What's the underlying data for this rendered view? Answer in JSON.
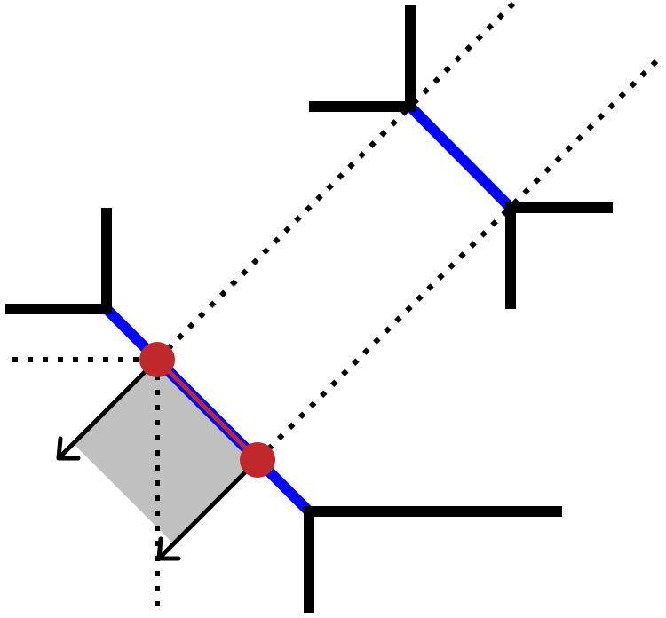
{
  "colors": {
    "background": "#ffffff",
    "outline": "#000000",
    "edge_highlight": "#0000ff",
    "segment_highlight": "#c0282c",
    "marker": "#c0282c",
    "shaded_region": "#c0c0c0"
  },
  "diagram": {
    "elements": [
      "upper-right-corner-pair",
      "lower-left-corner-pair",
      "diagonal-projection-lines",
      "shaded-rectangle",
      "arrows",
      "two-red-markers"
    ]
  }
}
